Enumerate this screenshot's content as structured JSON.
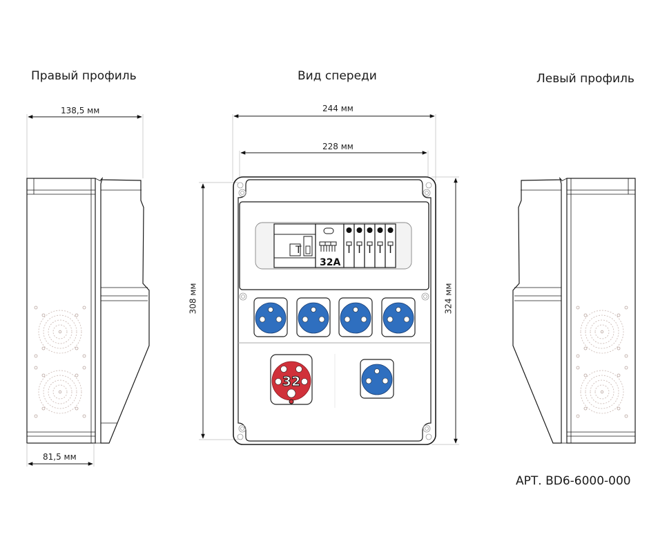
{
  "titles": {
    "right_profile": "Правый профиль",
    "front_view": "Вид спереди",
    "left_profile": "Левый профиль"
  },
  "dimensions": {
    "side_depth_total": "138,5 мм",
    "side_depth_body": "81,5 мм",
    "front_width_total": "244 мм",
    "front_width_inner": "228 мм",
    "front_height_inner": "308 мм",
    "front_height_total": "324 мм"
  },
  "panel": {
    "breaker_rating": "32A",
    "rcd_test_label": "T",
    "breaker_count": 5
  },
  "sockets": {
    "schuko_row_count": 4,
    "schuko_bottom_count": 1,
    "industrial_label": "32",
    "industrial_color": "#d0313a",
    "schuko_color": "#2f6fbf"
  },
  "article": "АРТ. BD6-6000-000"
}
